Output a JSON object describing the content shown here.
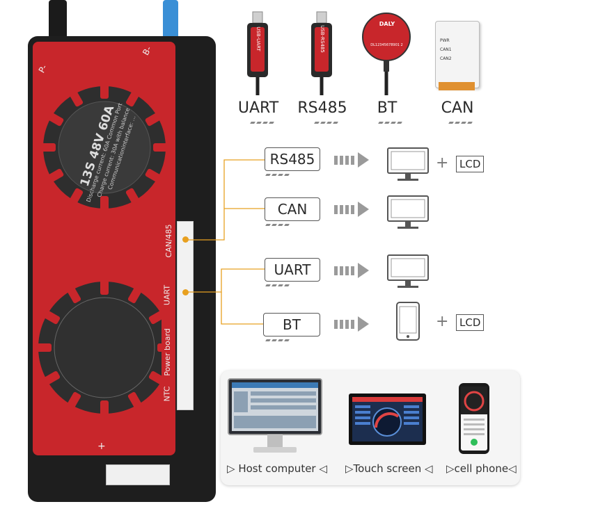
{
  "board": {
    "model": "13S 48V 60A",
    "spec_line_1": "Discharge current: 60A  Common Port",
    "spec_line_2": "Charge current: 30A  with balance",
    "spec_line_3": "Communicationinterface: ...",
    "terminal_b": "B-",
    "terminal_p": "P-",
    "terminal_plus": "+",
    "port_can485": "CAN/485",
    "port_uart": "UART",
    "port_power": "Power board",
    "port_ntc": "NTC"
  },
  "modules": {
    "uart": {
      "label": "UART",
      "cable_text": "USB-UART"
    },
    "rs485": {
      "label": "RS485",
      "cable_text": "USB-RS485"
    },
    "bt": {
      "label": "BT",
      "serial": "DL12345678901 2",
      "brand": "DALY"
    },
    "can": {
      "label": "CAN",
      "pins": [
        "PWR",
        "CAN1",
        "CAN2"
      ]
    }
  },
  "connections": [
    {
      "label": "RS485",
      "device": "monitor",
      "extra": "LCD"
    },
    {
      "label": "CAN",
      "device": "monitor",
      "extra": ""
    },
    {
      "label": "UART",
      "device": "monitor",
      "extra": ""
    },
    {
      "label": "BT",
      "device": "phone",
      "extra": "LCD"
    }
  ],
  "bottom": {
    "host": "Host computer",
    "touch": "Touch screen",
    "phone": "cell phone"
  },
  "colors": {
    "board_red": "#c8262b",
    "fan_dark": "#2e2e2e",
    "connector_line": "#e8a020",
    "blue_cable": "#3a8fd6"
  }
}
